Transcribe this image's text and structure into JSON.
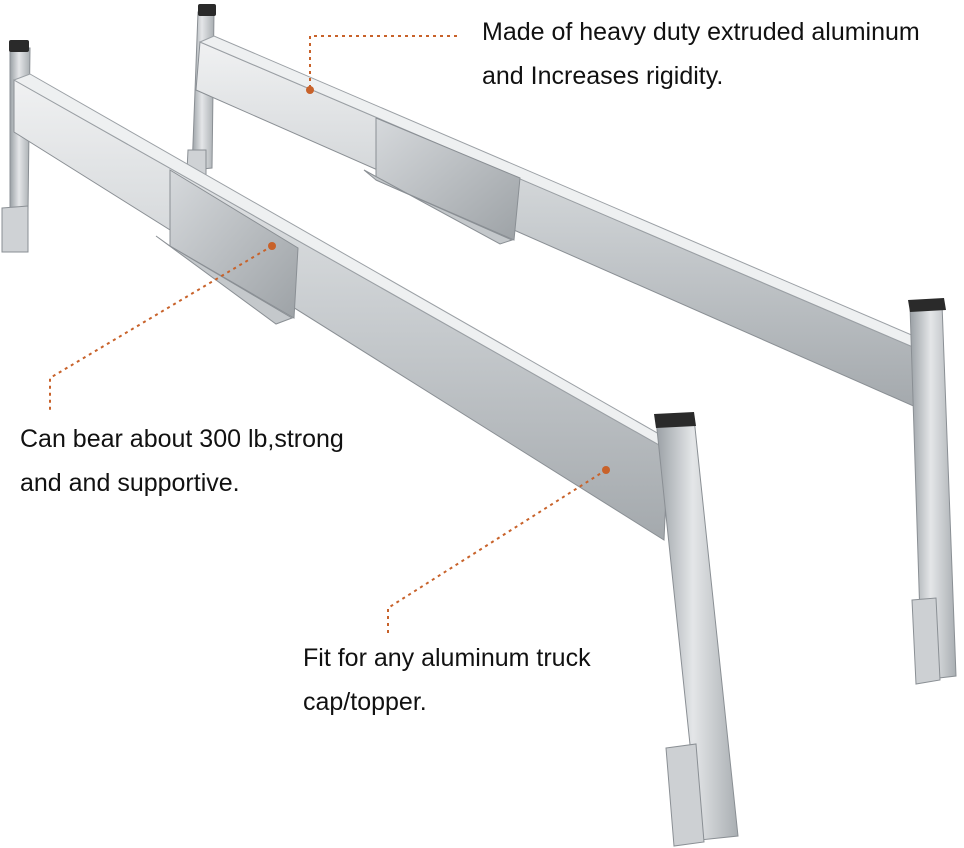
{
  "callouts": {
    "top": {
      "line1": "Made of heavy duty extruded aluminum",
      "line2": "and Increases rigidity."
    },
    "left": {
      "line1": "Can bear about 300 lb,strong",
      "line2": "and and supportive."
    },
    "bottom": {
      "line1": "Fit for any aluminum truck",
      "line2": "cap/topper."
    }
  },
  "colors": {
    "leader_line": "#c8622a",
    "metal_light": "#e6e8ea",
    "metal_mid": "#b9bdc1",
    "metal_dark": "#8d9297",
    "cap": "#2a2a2a",
    "text": "#111111"
  }
}
